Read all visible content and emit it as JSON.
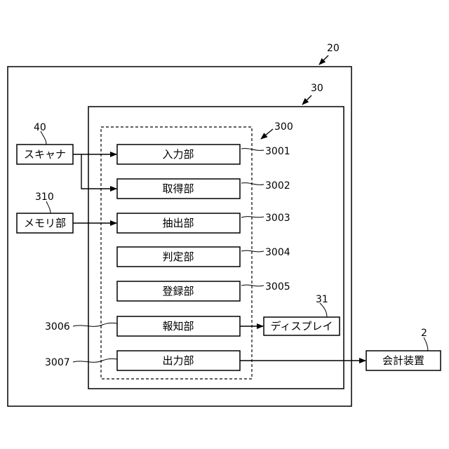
{
  "diagram": {
    "refs": {
      "device": "20",
      "unit": "30",
      "group": "300",
      "scanner": "40",
      "memory": "310",
      "display": "31",
      "accounting": "2",
      "input": "3001",
      "acquire": "3002",
      "extract": "3003",
      "judge": "3004",
      "register": "3005",
      "notify": "3006",
      "output": "3007"
    },
    "labels": {
      "scanner": "スキャナ",
      "memory": "メモリ部",
      "input": "入力部",
      "acquire": "取得部",
      "extract": "抽出部",
      "judge": "判定部",
      "register": "登録部",
      "notify": "報知部",
      "output": "出力部",
      "display": "ディスプレイ",
      "accounting": "会計装置"
    }
  }
}
